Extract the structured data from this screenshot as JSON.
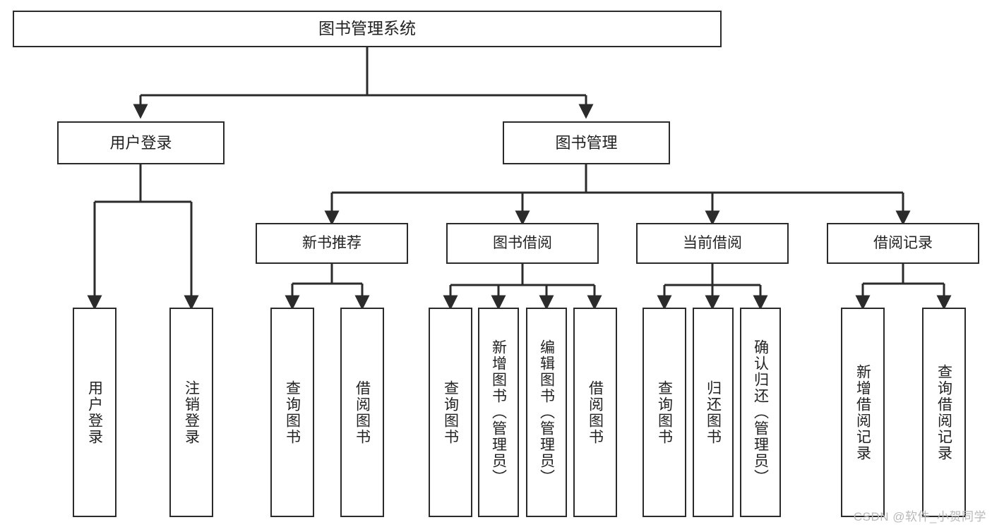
{
  "diagram": {
    "title_node": "图书管理系统",
    "watermark": "CSDN @软件_小贺同学",
    "line_color": "#2b2b2b",
    "box_fill": "#ffffff",
    "text_color": "#222222",
    "nodes": {
      "root": "图书管理系统",
      "level1": [
        "用户登录",
        "图书管理"
      ],
      "level2": [
        "新书推荐",
        "图书借阅",
        "当前借阅",
        "借阅记录"
      ],
      "user_login_leaves": [
        "用户登录",
        "注销登录"
      ],
      "new_book_leaves": [
        "查询图书",
        "借阅图书"
      ],
      "book_borrow_leaves": [
        "查询图书",
        "新增图书（管理员）",
        "编辑图书（管理员）",
        "借阅图书"
      ],
      "current_borrow_leaves": [
        "查询图书",
        "归还图书",
        "确认归还（管理员）"
      ],
      "borrow_record_leaves": [
        "新增借阅记录",
        "查询借阅记录"
      ]
    }
  }
}
